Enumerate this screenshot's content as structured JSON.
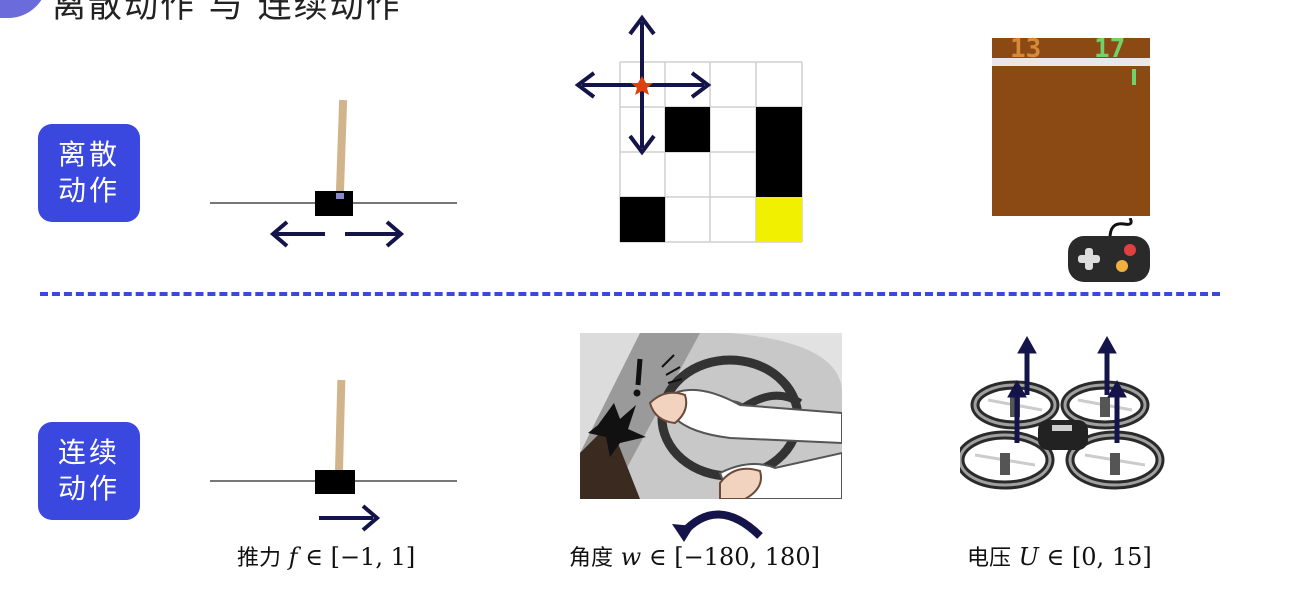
{
  "header": {
    "title": "离散动作 与 连续动作"
  },
  "rows": {
    "discrete": {
      "label_line1": "离散",
      "label_line2": "动作"
    },
    "continuous": {
      "label_line1": "连续",
      "label_line2": "动作"
    }
  },
  "pong": {
    "score_left": "13",
    "score_right": "17"
  },
  "captions": {
    "force": {
      "name": "推力",
      "var": "f",
      "range": "∈ [−1, 1]"
    },
    "angle": {
      "name": "角度",
      "var": "w",
      "range": "∈ [−180, 180]"
    },
    "voltage": {
      "name": "电压",
      "var": "U",
      "range": "∈ [0, 15]"
    }
  },
  "colors": {
    "accent": "#3a48e0",
    "arrow": "#14144a",
    "pole": "#d2b48c",
    "pong_bg": "#8b4a14",
    "pong_left": "#d8883a",
    "pong_right": "#72d26a",
    "goal_cell": "#f0f000"
  },
  "icons": [
    "cartpole",
    "gridworld",
    "pong-game",
    "gamepad-icon",
    "steering-driver",
    "rotation-arrow-icon",
    "quadcopter-drone"
  ]
}
